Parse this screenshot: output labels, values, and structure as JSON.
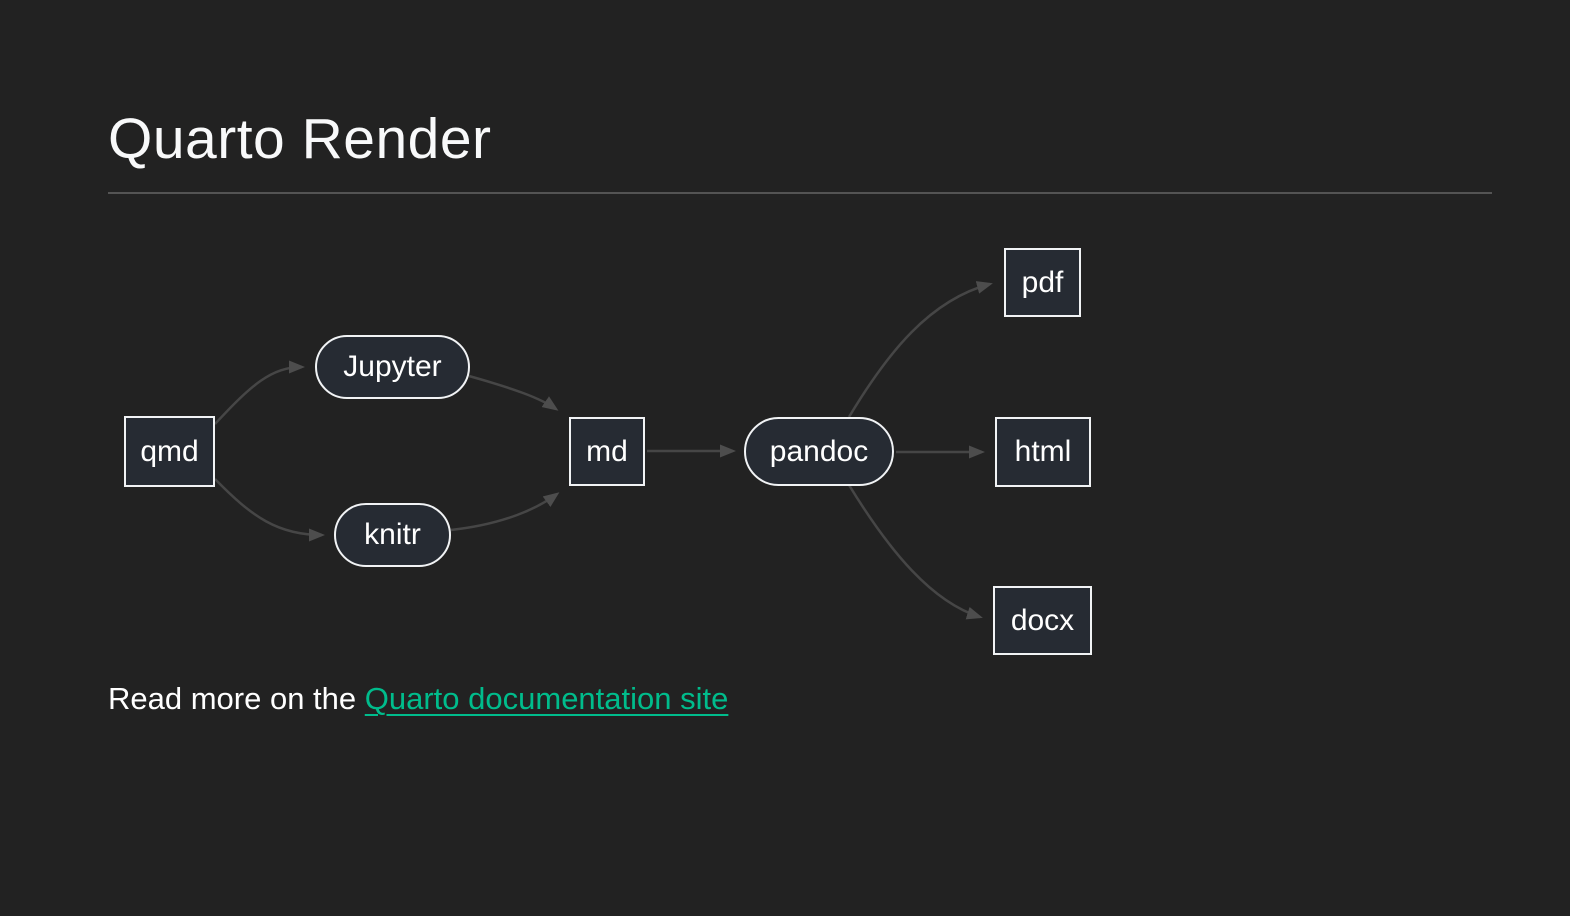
{
  "page": {
    "title": "Quarto Render",
    "read_more_prefix": "Read more on the ",
    "link_text": "Quarto documentation site"
  },
  "colors": {
    "background": "#222222",
    "text": "#ffffff",
    "link_green": "#00bc8c",
    "node_fill": "#262b33",
    "node_border": "#f1f3f5",
    "edge_gray": "#4a4a4a",
    "divider_gray": "#545454"
  },
  "diagram": {
    "type": "flowchart",
    "direction": "left-to-right",
    "nodes": [
      {
        "id": "qmd",
        "label": "qmd",
        "shape": "rect"
      },
      {
        "id": "jupyter",
        "label": "Jupyter",
        "shape": "stadium"
      },
      {
        "id": "knitr",
        "label": "knitr",
        "shape": "stadium"
      },
      {
        "id": "md",
        "label": "md",
        "shape": "rect"
      },
      {
        "id": "pandoc",
        "label": "pandoc",
        "shape": "stadium"
      },
      {
        "id": "pdf",
        "label": "pdf",
        "shape": "rect"
      },
      {
        "id": "html",
        "label": "html",
        "shape": "rect"
      },
      {
        "id": "docx",
        "label": "docx",
        "shape": "rect"
      }
    ],
    "edges": [
      {
        "from": "qmd",
        "to": "jupyter"
      },
      {
        "from": "qmd",
        "to": "knitr"
      },
      {
        "from": "jupyter",
        "to": "md"
      },
      {
        "from": "knitr",
        "to": "md"
      },
      {
        "from": "md",
        "to": "pandoc"
      },
      {
        "from": "pandoc",
        "to": "pdf"
      },
      {
        "from": "pandoc",
        "to": "html"
      },
      {
        "from": "pandoc",
        "to": "docx"
      }
    ]
  }
}
